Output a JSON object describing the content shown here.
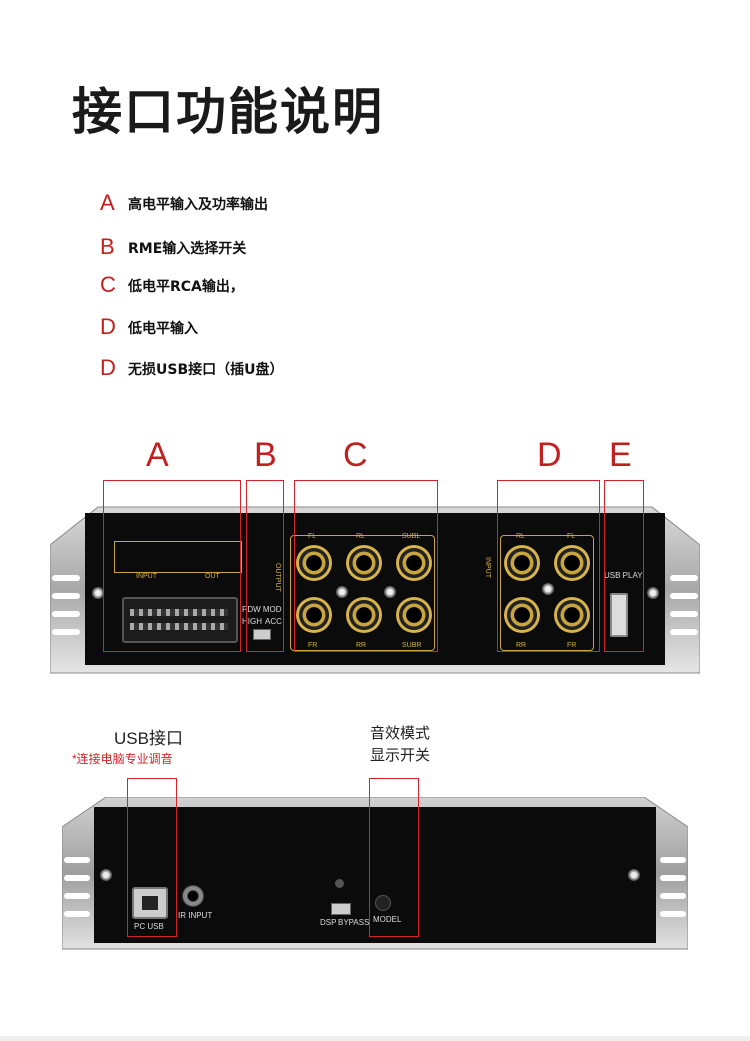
{
  "title": "接口功能说明",
  "legend": [
    {
      "letter": "A",
      "text": "高电平输入及功率输出"
    },
    {
      "letter": "B",
      "text": "RME输入选择开关"
    },
    {
      "letter": "C",
      "text": "低电平RCA输出，"
    },
    {
      "letter": "D",
      "text": "低电平输入"
    },
    {
      "letter": "D",
      "text": "无损USB接口（插U盘）"
    }
  ],
  "sections": [
    "A",
    "B",
    "C",
    "D",
    "E"
  ],
  "panel_top": {
    "terminal_labels": {
      "input": "INPUT",
      "out": "OUT"
    },
    "switch": {
      "label": "PDW MOD",
      "high": "HIGH",
      "acc": "ACC"
    },
    "out_side_label": "OUTPUT",
    "out_jacks": {
      "fl": "FL",
      "rl": "RL",
      "subl": "SUBL",
      "fr": "FR",
      "rr": "RR",
      "subr": "SUBR"
    },
    "in_side_label": "INPUT",
    "in_jacks": {
      "rl": "RL",
      "fl": "FL",
      "rr": "RR",
      "fr": "FR"
    },
    "usb_play": "USB PLAY"
  },
  "annotations": {
    "usb_title": "USB接口",
    "usb_sub": "*连接电脑专业调音",
    "mode_line1": "音效模式",
    "mode_line2": "显示开关"
  },
  "panel_bottom": {
    "pc_usb": "PC USB",
    "ir_input": "IR INPUT",
    "dsp": "DSP",
    "bypass": "BYPASS",
    "model": "MODEL"
  },
  "colors": {
    "accent": "#c2201f",
    "box": "#d4232a",
    "silk": "#d9b14a"
  }
}
